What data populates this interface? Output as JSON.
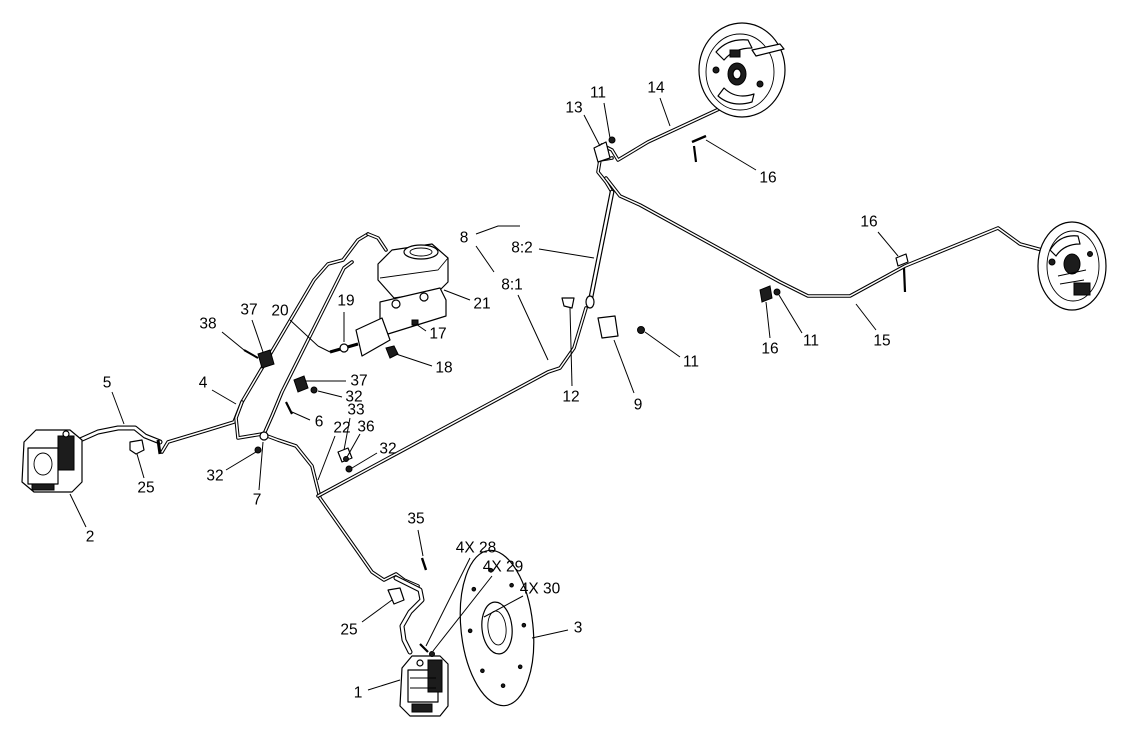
{
  "callouts": [
    "11",
    "13",
    "14",
    "16",
    "16",
    "8",
    "8:2",
    "8:1",
    "21",
    "17",
    "19",
    "20",
    "37",
    "38",
    "18",
    "12",
    "11",
    "16",
    "11",
    "15",
    "9",
    "5",
    "4",
    "37",
    "32",
    "6",
    "33",
    "36",
    "22",
    "32",
    "32",
    "7",
    "25",
    "2",
    "35",
    "4X 28",
    "4X 29",
    "4X 30",
    "3",
    "25",
    "1"
  ]
}
